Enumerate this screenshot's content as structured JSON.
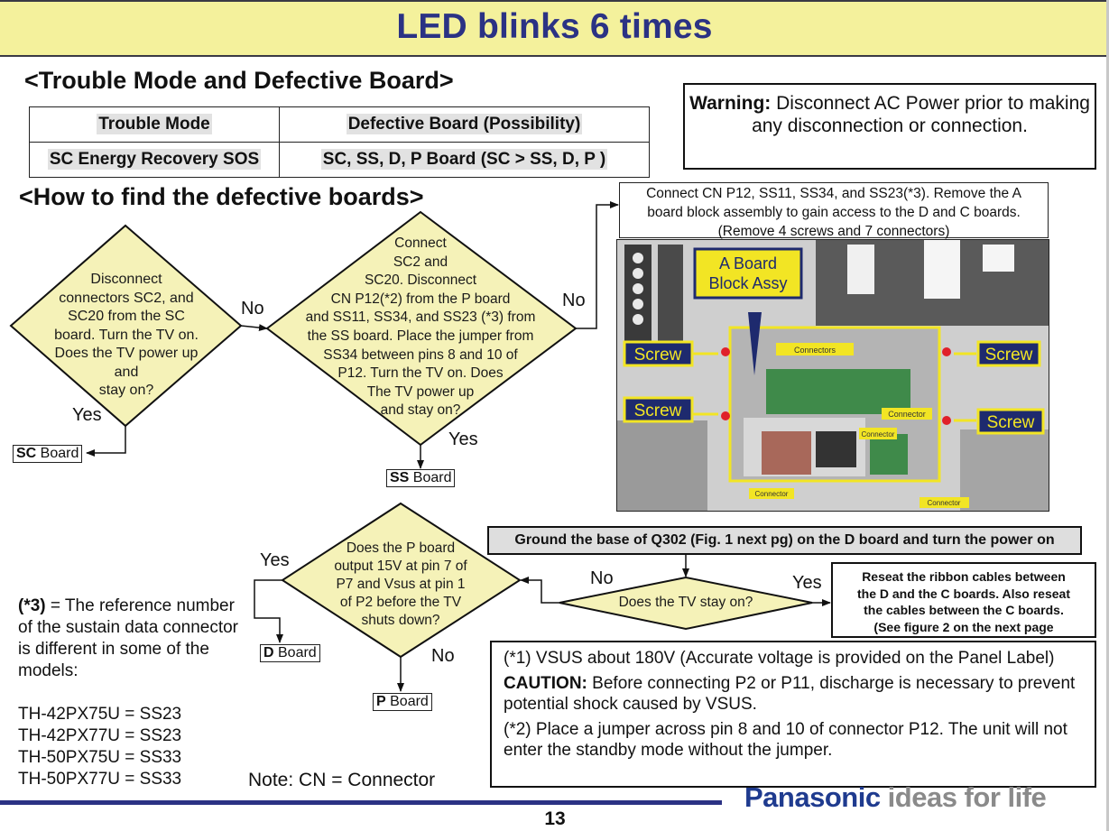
{
  "page": {
    "title": "LED blinks 6 times",
    "page_number": "13"
  },
  "trouble_section": {
    "heading": "<Trouble Mode and Defective Board>",
    "table": {
      "headers": [
        "Trouble Mode",
        "Defective Board (Possibility)"
      ],
      "rows": [
        [
          "SC Energy Recovery SOS",
          "SC, SS, D, P Board (SC > SS, D, P )"
        ]
      ]
    }
  },
  "warning": {
    "bold": "Warning:",
    "text": " Disconnect AC Power prior to making any disconnection or connection."
  },
  "howto_section": {
    "heading": "<How to find the defective boards>"
  },
  "flowchart": {
    "decision1": {
      "lines": [
        "Disconnect",
        "connectors SC2, and",
        "SC20 from the SC",
        "board. Turn the TV on.",
        "Does the TV power up",
        "and",
        "stay on?"
      ],
      "yes_label": "Yes",
      "no_label": "No",
      "yes_result": {
        "bold": "SC",
        "text": " Board"
      }
    },
    "decision2": {
      "lines": [
        "Connect",
        "SC2 and",
        "SC20.  Disconnect",
        "CN P12(*2) from the P board",
        "and SS11, SS34, and SS23 (*3) from",
        "the SS board. Place the jumper from",
        "SS34 between pins 8 and 10 of",
        "P12. Turn the TV on. Does",
        "The TV power up",
        "and stay on?"
      ],
      "yes_label": "Yes",
      "no_label": "No",
      "yes_result": {
        "bold": "SS",
        "text": " Board"
      }
    },
    "step_connect": {
      "lines": [
        "Connect CN P12, SS11, SS34, and SS23(*3). Remove the A",
        "board block assembly to gain access to the D and C boards.",
        "(Remove 4 screws and 7 connectors)"
      ]
    },
    "photo": {
      "callout": [
        "A Board",
        "Block Assy"
      ],
      "screw_label": "Screw",
      "connectors_label": "Connectors",
      "connector_label": "Connector"
    },
    "ground_step": "Ground the base of Q302 (Fig. 1 next pg) on the D board and turn the power on",
    "decision3": {
      "text": "Does the TV stay on?",
      "no_label": "No",
      "yes_label": "Yes"
    },
    "reseat_step": {
      "lines": [
        "Reseat the ribbon cables between",
        "the D and the C boards. Also reseat",
        "the cables between the C boards.",
        "(See figure 2 on the next page"
      ]
    },
    "decision4": {
      "lines": [
        "Does the P board",
        "output 15V at pin 7 of",
        "P7 and Vsus at pin 1",
        "of P2 before the TV",
        "shuts down?"
      ],
      "yes_label": "Yes",
      "no_label": "No",
      "yes_result": {
        "bold": "D",
        "text": " Board"
      },
      "no_result": {
        "bold": "P",
        "text": " Board"
      }
    }
  },
  "reference_note": {
    "bold": "(*3)",
    "text": " = The reference number of the sustain data connector is different in some of the models:",
    "models": [
      "TH-42PX75U = SS23",
      "TH-42PX77U = SS23",
      "TH-50PX75U = SS33",
      "TH-50PX77U = SS33"
    ]
  },
  "cn_note": "Note: CN = Connector",
  "notes_box": {
    "note1": "(*1) VSUS about 180V (Accurate voltage is provided on the Panel Label)",
    "caution_bold": "CAUTION:",
    "caution_text": " Before connecting P2 or P11, discharge is necessary  to prevent potential shock caused by VSUS.",
    "note2": "(*2) Place a jumper across pin 8 and 10 of connector P12. The unit will not enter the standby mode without the jumper."
  },
  "brand": {
    "name": "Panasonic",
    "tagline": " ideas for life"
  },
  "colors": {
    "title_bg": "#f4f19c",
    "title_text": "#2b3284",
    "diamond_fill": "#f5f2b8",
    "callout_yellow": "#f2e524",
    "callout_navy": "#1e2a6e",
    "brand_blue": "#1f3b8f"
  }
}
